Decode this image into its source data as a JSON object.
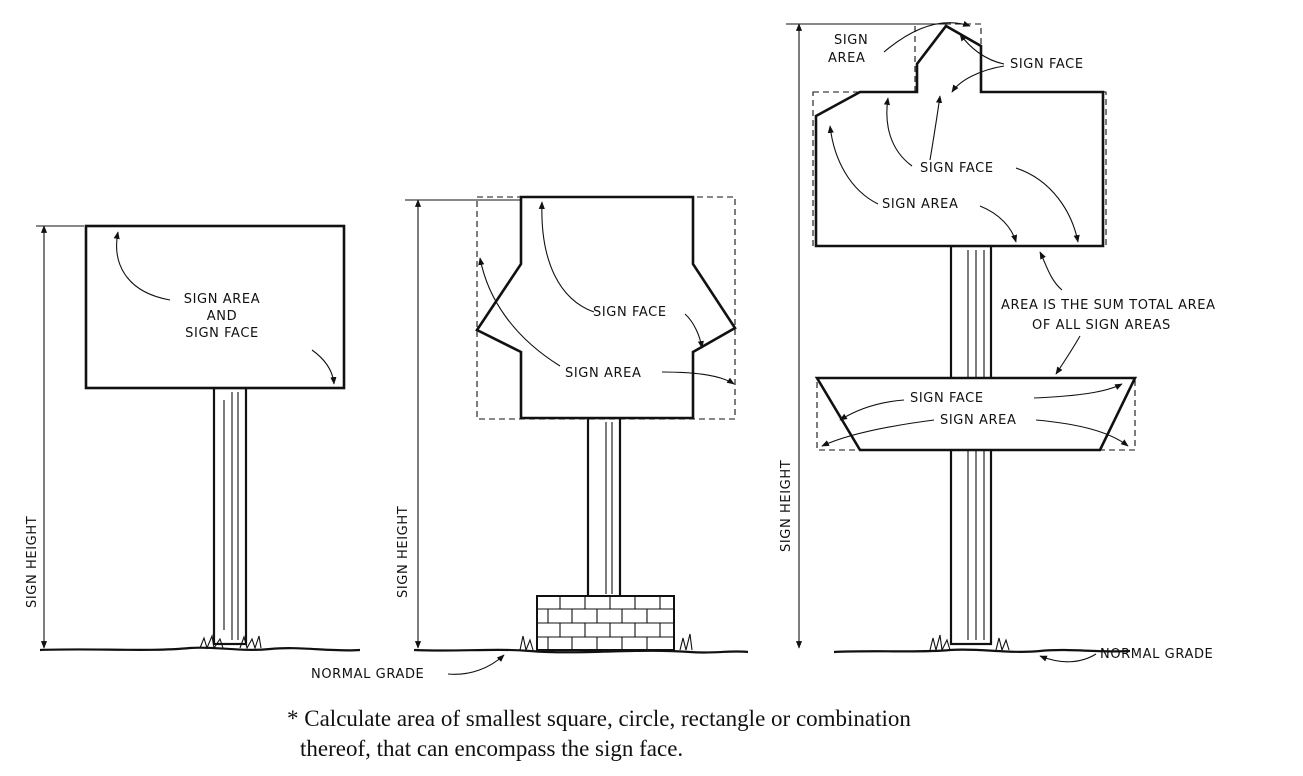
{
  "left_sign": {
    "height_label": "SIGN HEIGHT",
    "area_face_label": [
      "SIGN AREA",
      "AND",
      "SIGN FACE"
    ]
  },
  "middle_sign": {
    "height_label": "SIGN HEIGHT",
    "sign_face_label": "SIGN FACE",
    "sign_area_label": "SIGN AREA",
    "grade_label": "NORMAL GRADE"
  },
  "right_sign": {
    "height_label": "SIGN HEIGHT",
    "top_sign_area_label": [
      "SIGN",
      "AREA"
    ],
    "top_sign_face_label": "SIGN FACE",
    "main_sign_face_label": "SIGN FACE",
    "main_sign_area_label": "SIGN AREA",
    "total_area_note": [
      "AREA IS THE SUM TOTAL AREA",
      "OF ALL SIGN AREAS"
    ],
    "lower_sign_face_label": "SIGN FACE",
    "lower_sign_area_label": "SIGN AREA",
    "grade_label": "NORMAL GRADE"
  },
  "footnote": [
    "* Calculate area of smallest square, circle, rectangle or combination",
    "thereof, that can encompass the sign face."
  ]
}
